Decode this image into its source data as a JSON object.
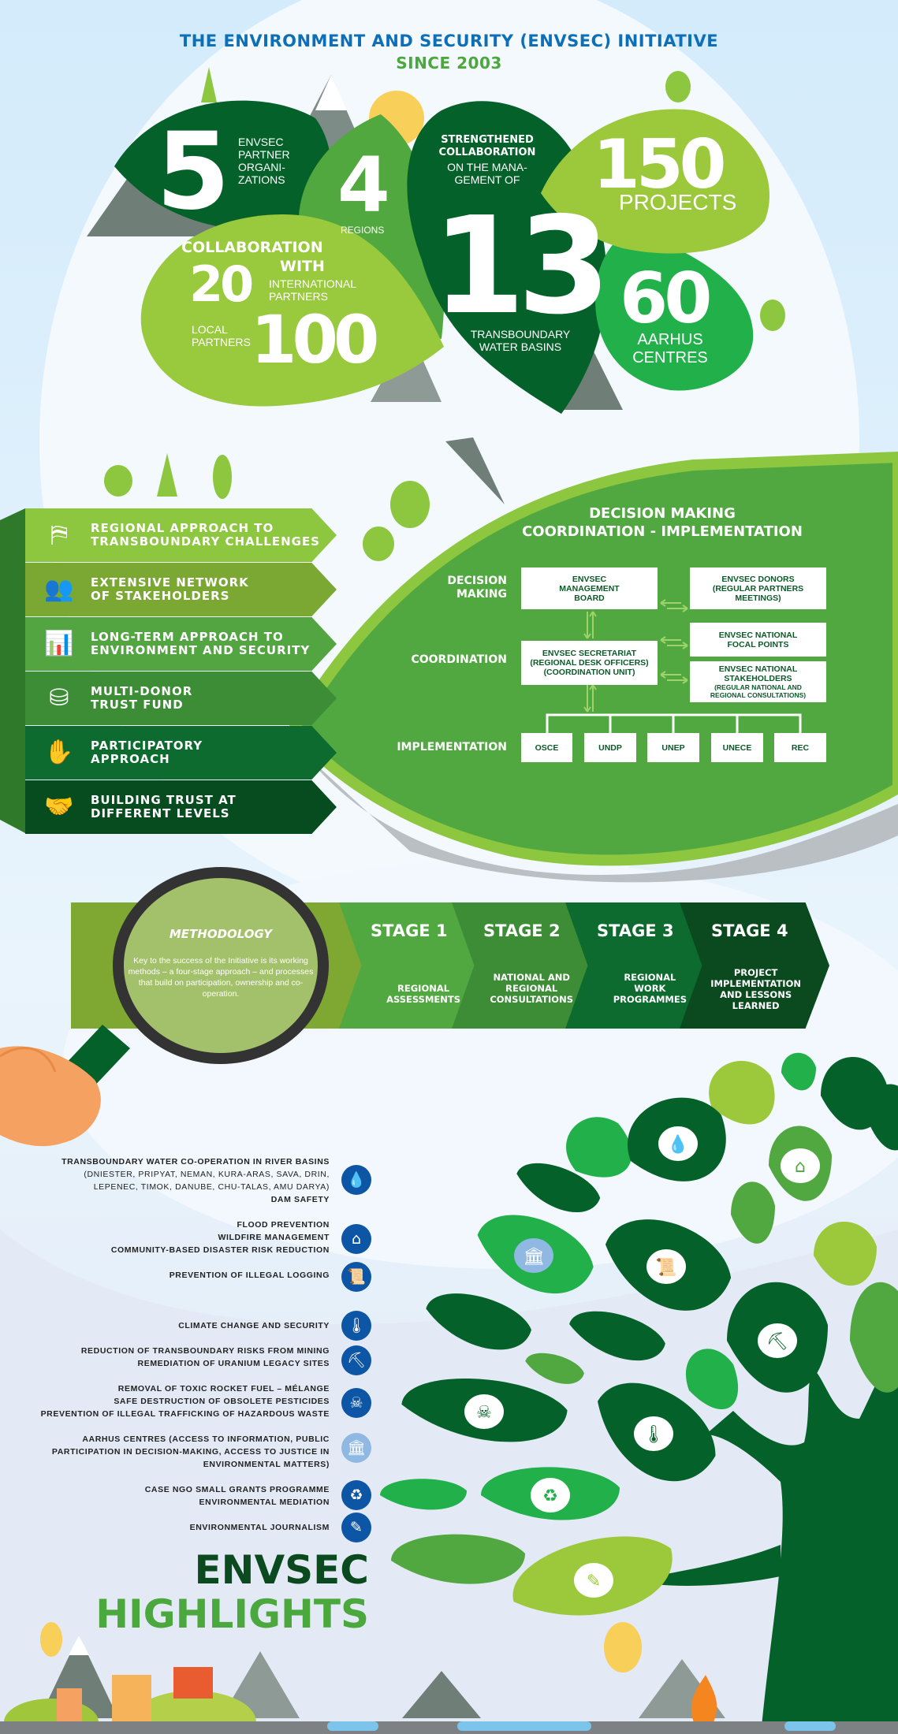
{
  "header": {
    "title": "THE ENVIRONMENT AND SECURITY (ENVSEC) INITIATIVE",
    "subtitle": "SINCE 2003",
    "title_color": "#0d6fb8",
    "subtitle_color": "#4aa83c"
  },
  "stats": {
    "partners": {
      "value": "5",
      "label": "ENVSEC\nPARTNER\nORGANI-\nZATIONS"
    },
    "regions": {
      "value": "4",
      "label": "REGIONS"
    },
    "basins": {
      "intro_bold": "STRENGTHENED\nCOLLABORATION",
      "intro": "ON THE MANA-\nGEMENT OF",
      "value": "13",
      "label": "TRANSBOUNDARY\nWATER BASINS"
    },
    "projects": {
      "value": "150",
      "label": "PROJECTS"
    },
    "aarhus": {
      "value": "60",
      "label": "AARHUS\nCENTRES"
    },
    "collaboration": {
      "heading": "COLLABORATION",
      "with": "WITH",
      "international_value": "20",
      "international_label": "INTERNATIONAL\nPARTNERS",
      "local_label": "LOCAL\nPARTNERS",
      "local_value": "100"
    }
  },
  "principles": [
    {
      "label": "REGIONAL APPROACH TO\nTRANSBOUNDARY CHALLENGES",
      "icon": "barrier-icon"
    },
    {
      "label": "EXTENSIVE NETWORK\nOF STAKEHOLDERS",
      "icon": "people-icon"
    },
    {
      "label": "LONG-TERM APPROACH TO\nENVIRONMENT AND SECURITY",
      "icon": "bar-chart-icon"
    },
    {
      "label": "MULTI-DONOR\nTRUST FUND",
      "icon": "coins-icon"
    },
    {
      "label": "PARTICIPATORY\nAPPROACH",
      "icon": "raised-hands-icon"
    },
    {
      "label": "BUILDING TRUST AT\nDIFFERENT LEVELS",
      "icon": "handshake-icon"
    }
  ],
  "governance": {
    "title_line1": "DECISION MAKING",
    "title_line2": "COORDINATION - IMPLEMENTATION",
    "rows": {
      "decision": "DECISION\nMAKING",
      "coordination": "COORDINATION",
      "implementation": "IMPLEMENTATION"
    },
    "boxes": {
      "board": "ENVSEC\nMANAGEMENT\nBOARD",
      "donors": "ENVSEC DONORS\n(REGULAR PARTNERS\nMEETINGS)",
      "secretariat": "ENVSEC SECRETARIAT\n(REGIONAL DESK OFFICERS)\n(COORDINATION UNIT)",
      "focal_points": "ENVSEC NATIONAL\nFOCAL POINTS",
      "stakeholders_title": "ENVSEC NATIONAL\nSTAKEHOLDERS",
      "stakeholders_sub": "(REGULAR NATIONAL AND\nREGIONAL CONSULTATIONS)"
    },
    "implementers": [
      "OSCE",
      "UNDP",
      "UNEP",
      "UNECE",
      "REC"
    ]
  },
  "methodology": {
    "title": "METHODOLOGY",
    "body": "Key to the success of the Initiative is its working methods – a four-stage approach – and processes that build on participation, ownership and co-operation.",
    "stages": [
      {
        "title": "STAGE 1",
        "desc": "REGIONAL\nASSESSMENTS",
        "color": "#52a840"
      },
      {
        "title": "STAGE 2",
        "desc": "NATIONAL AND\nREGIONAL\nCONSULTATIONS",
        "color": "#3c8d36"
      },
      {
        "title": "STAGE 3",
        "desc": "REGIONAL\nWORK\nPROGRAMMES",
        "color": "#0d6b2f"
      },
      {
        "title": "STAGE 4",
        "desc": "PROJECT\nIMPLEMENTATION\nAND LESSONS\nLEARNED",
        "color": "#0a4a1e"
      }
    ]
  },
  "highlights": [
    {
      "icon": "water-drops-icon",
      "lines": [
        {
          "t": "TRANSBOUNDARY WATER CO-OPERATION IN RIVER BASINS",
          "b": true
        },
        {
          "t": "(DNIESTER, PRIPYAT, NEMAN, KURA-ARAS, SAVA, DRIN,",
          "b": false
        },
        {
          "t": "LEPENEC, TIMOK, DANUBE, CHU-TALAS, AMU DARYA)",
          "b": false
        },
        {
          "t": "DAM SAFETY",
          "b": true
        }
      ]
    },
    {
      "icon": "house-storm-icon",
      "lines": [
        {
          "t": "FLOOD PREVENTION",
          "b": true
        },
        {
          "t": "WILDFIRE MANAGEMENT",
          "b": true
        },
        {
          "t": "COMMUNITY-BASED DISASTER RISK REDUCTION",
          "b": true
        }
      ]
    },
    {
      "icon": "eco-certificate-icon",
      "lines": [
        {
          "t": "PREVENTION OF ILLEGAL LOGGING",
          "b": true
        }
      ]
    },
    {
      "icon": "globe-thermometer-icon",
      "lines": [
        {
          "t": "CLIMATE CHANGE AND SECURITY",
          "b": true
        }
      ]
    },
    {
      "icon": "mine-cart-icon",
      "lines": [
        {
          "t": "REDUCTION OF TRANSBOUNDARY RISKS FROM MINING",
          "b": true
        },
        {
          "t": "REMEDIATION OF URANIUM LEGACY SITES",
          "b": true
        }
      ]
    },
    {
      "icon": "toxic-barrel-icon",
      "lines": [
        {
          "t": "REMOVAL OF TOXIC ROCKET FUEL – MÉLANGE",
          "b": true
        },
        {
          "t": "SAFE DESTRUCTION OF OBSOLETE PESTICIDES",
          "b": true
        },
        {
          "t": "PREVENTION OF ILLEGAL TRAFFICKING OF HAZARDOUS WASTE",
          "b": true
        }
      ]
    },
    {
      "icon": "aarhus-building-icon",
      "lines": [
        {
          "t": "AARHUS CENTRES (ACCESS TO INFORMATION, PUBLIC",
          "b": true
        },
        {
          "t": "PARTICIPATION IN DECISION-MAKING, ACCESS TO JUSTICE IN",
          "b": true
        },
        {
          "t": "ENVIRONMENTAL MATTERS)",
          "b": true
        }
      ]
    },
    {
      "icon": "recycle-globe-icon",
      "lines": [
        {
          "t": "CASE NGO SMALL GRANTS PROGRAMME",
          "b": true
        },
        {
          "t": "ENVIRONMENTAL MEDIATION",
          "b": true
        }
      ]
    },
    {
      "icon": "journalism-icon",
      "lines": [
        {
          "t": "ENVIRONMENTAL JOURNALISM",
          "b": true
        }
      ]
    }
  ],
  "footer": {
    "line1": "ENVSEC",
    "line2": "HIGHLIGHTS",
    "line1_color": "#0a4a1e",
    "line2_color": "#4aa83c"
  }
}
